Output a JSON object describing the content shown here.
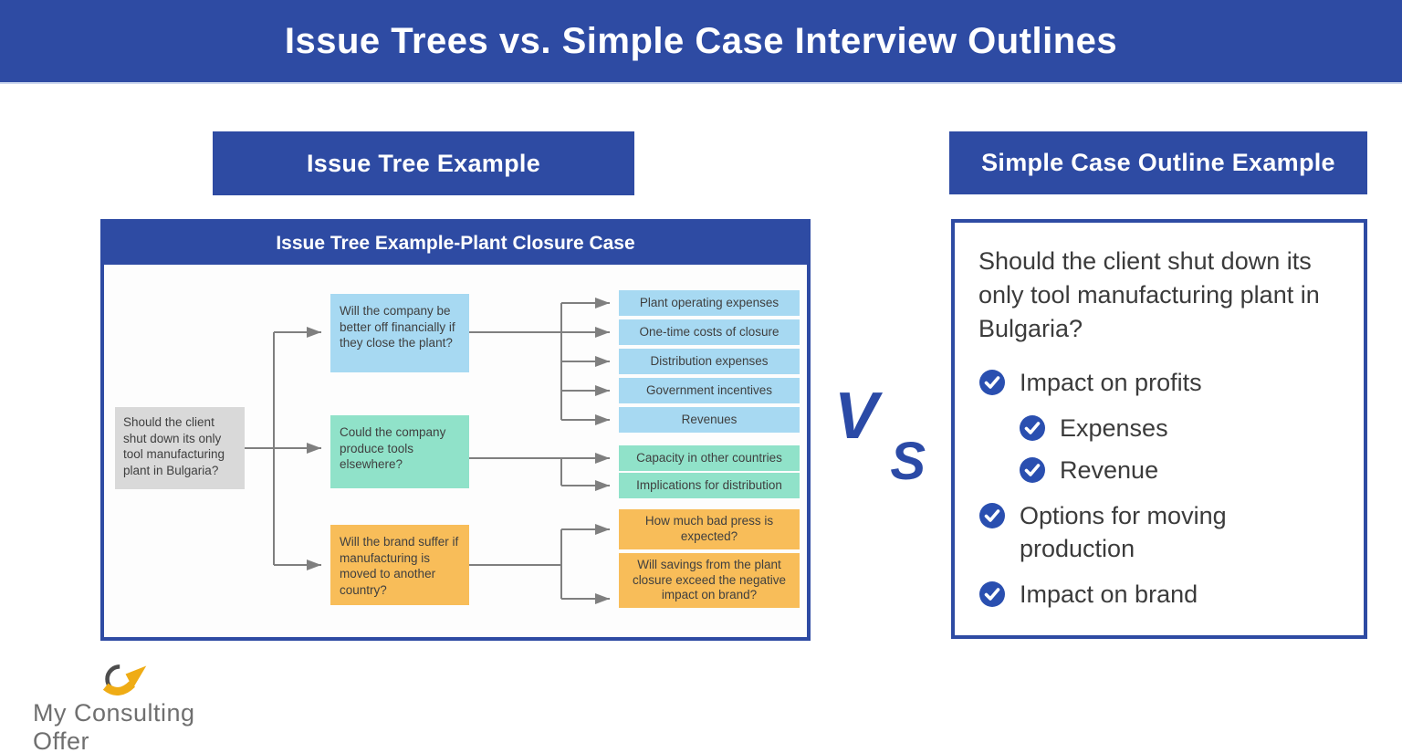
{
  "banner": {
    "title": "Issue Trees vs. Simple Case Interview Outlines"
  },
  "left": {
    "header": "Issue Tree Example",
    "panel_title": "Issue Tree Example-Plant Closure Case",
    "root": "Should the client shut down its only tool manufacturing plant in Bulgaria?",
    "branches": [
      {
        "label": "Will the company be better off financially if they close the plant?",
        "color": "#a7d9f2",
        "children": [
          "Plant operating expenses",
          "One-time costs of closure",
          "Distribution expenses",
          "Government incentives",
          "Revenues"
        ]
      },
      {
        "label": "Could the company produce tools elsewhere?",
        "color": "#90e2c9",
        "children": [
          "Capacity in other countries",
          "Implications for distribution"
        ]
      },
      {
        "label": "Will the brand suffer if manufacturing is moved to another country?",
        "color": "#f8bd59",
        "children": [
          "How much bad press is expected?",
          "Will savings from the plant closure exceed the negative impact on brand?"
        ]
      }
    ]
  },
  "vs": {
    "v": "V",
    "s": "S"
  },
  "right": {
    "header": "Simple Case Outline Example",
    "question": "Should the client shut down its only tool manufacturing plant in Bulgaria?",
    "bullets": [
      {
        "label": "Impact on profits",
        "level": 1
      },
      {
        "label": "Expenses",
        "level": 2
      },
      {
        "label": "Revenue",
        "level": 2
      },
      {
        "label": "Options for moving production",
        "level": 1
      },
      {
        "label": "Impact on brand",
        "level": 1
      }
    ]
  },
  "logo": {
    "text": "My Consulting Offer"
  },
  "colors": {
    "blue": "#2e4ba3",
    "vs-blue": "#2b4aa6",
    "check-blue": "#2a4fb0",
    "box-blue": "#a7d9f2",
    "box-green": "#90e2c9",
    "box-orange": "#f8bd59",
    "box-gray": "#d9d9d9",
    "line-gray": "#7f7f7f",
    "text-dark": "#3f3f3f",
    "banner-underline": "#ccd7ef",
    "logo-yellow": "#efac15",
    "logo-gray": "#6f6f6f"
  }
}
